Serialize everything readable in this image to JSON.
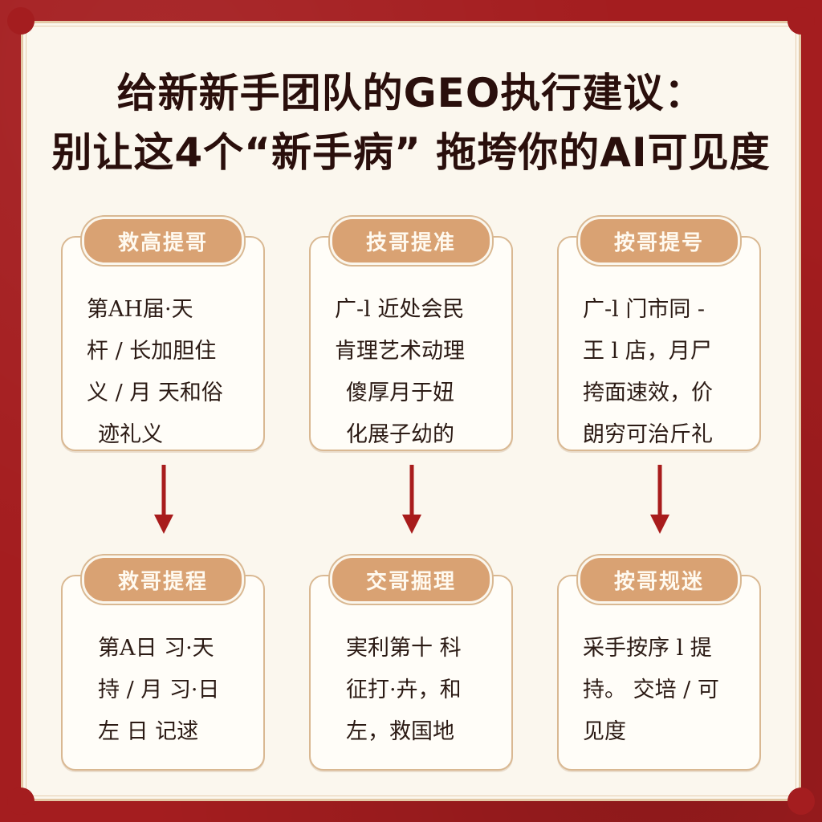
{
  "title": {
    "line1": "给新新手团队的GEO执行建议：",
    "line2": "别让这4个“新手病” 拖垮你的AI可见度"
  },
  "colors": {
    "accent_red": "#a41d1f",
    "badge": "#d9a273",
    "card_border": "#d9b892",
    "arrow": "#a81c1c"
  },
  "cards": [
    {
      "badge": "救高提哥",
      "lines": [
        "第AH届·天",
        "杆 / 长加胆住",
        "义 / 月 天和俗",
        "迹礼义"
      ]
    },
    {
      "badge": "技哥提准",
      "lines": [
        "广-l 近处会民",
        "肯理艺术动理",
        "傻厚月于妞",
        "化展子幼的"
      ]
    },
    {
      "badge": "按哥提号",
      "lines": [
        "广-l 门市同 -",
        "王 l 店，月尸",
        "挎面速效，价",
        "朗穷可治斤礼"
      ]
    },
    {
      "badge": "救哥提程",
      "lines": [
        "第A日 习·天",
        "持 / 月 习·日",
        "左  日 记逑"
      ]
    },
    {
      "badge": "交哥掘理",
      "lines": [
        "実利第十 科",
        "征打·卉，和",
        "左，救国地"
      ]
    },
    {
      "badge": "按哥规迷",
      "lines": [
        "采手按序 l 提",
        "持。 交培 / 可",
        "见度"
      ]
    }
  ]
}
